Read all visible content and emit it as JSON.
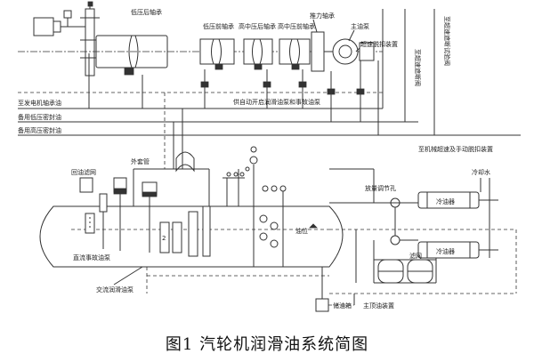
{
  "caption": "图1 汽轮机润滑油系统简图",
  "labels": {
    "lp_rear_bearing": "低压后轴承",
    "lp_front_bearing": "低压前轴承",
    "hp_rear_bearing": "高中压后轴承",
    "hp_front_bearing": "高中压前轴承",
    "thrust_bearing": "推力轴承",
    "main_pump": "主油泵",
    "overspeed_device": "超速脱扣装置",
    "generator_bearing_oil": "至发电机轴承油",
    "backup_lp_seal": "备用低压密封油",
    "backup_hp_seal": "备用高压密封油",
    "hydraulic_supply": "供自动开启润滑油泵和事故油泵",
    "to_overspeed_valve": "至超速遮断阀",
    "to_overspeed_test": "至超速遮断试验阀",
    "to_manual_overspeed": "至机械超速及手动脱扣装置",
    "oil_return_strainer": "回油滤网",
    "outer_tube": "外套管",
    "emergency_pump": "直流事故油泵",
    "ac_pump": "交流润滑油泵",
    "relief_orifice": "放量调节孔",
    "cooler_top": "冷油器",
    "cooler_bottom": "冷油器",
    "cooling_water": "冷却水",
    "filter": "滤网",
    "oil_level": "油位",
    "storage_tank": "储油箱",
    "purifier": "主顶油装置"
  }
}
